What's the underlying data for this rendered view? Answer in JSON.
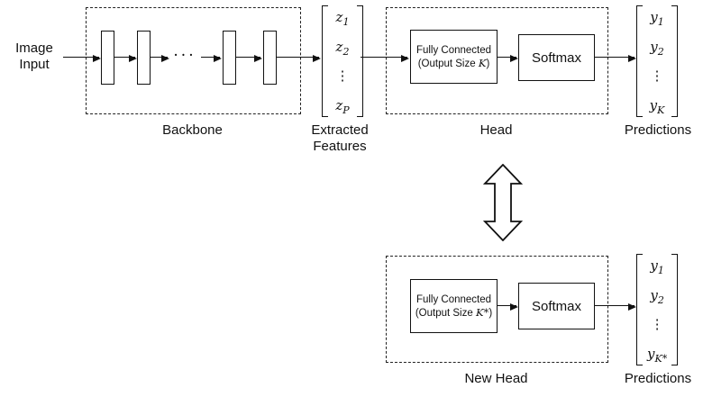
{
  "input": {
    "line1": "Image",
    "line2": "Input"
  },
  "backbone": {
    "label": "Backbone",
    "dots": "···"
  },
  "features": {
    "label_line1": "Extracted",
    "label_line2": "Features",
    "entries": [
      {
        "base": "z",
        "sub": "1"
      },
      {
        "base": "z",
        "sub": "2"
      },
      {
        "base": "⋮",
        "sub": ""
      },
      {
        "base": "z",
        "sub": "P"
      }
    ]
  },
  "head": {
    "label": "Head",
    "fc_line1": "Fully Connected",
    "fc_line2_prefix": "(Output Size ",
    "fc_line2_var": "K",
    "fc_line2_suffix": ")",
    "softmax_label": "Softmax"
  },
  "predictions_top": {
    "label": "Predictions",
    "entries": [
      {
        "base": "y",
        "sub": "1"
      },
      {
        "base": "y",
        "sub": "2"
      },
      {
        "base": "⋮",
        "sub": ""
      },
      {
        "base": "y",
        "sub": "K"
      }
    ]
  },
  "new_head": {
    "label": "New Head",
    "fc_line1": "Fully Connected",
    "fc_line2_prefix": "(Output Size ",
    "fc_line2_var": "K*",
    "fc_line2_suffix": ")",
    "softmax_label": "Softmax"
  },
  "predictions_bottom": {
    "label": "Predictions",
    "entries": [
      {
        "base": "y",
        "sub": "1"
      },
      {
        "base": "y",
        "sub": "2"
      },
      {
        "base": "⋮",
        "sub": ""
      },
      {
        "base": "y",
        "sub": "K*"
      }
    ]
  }
}
